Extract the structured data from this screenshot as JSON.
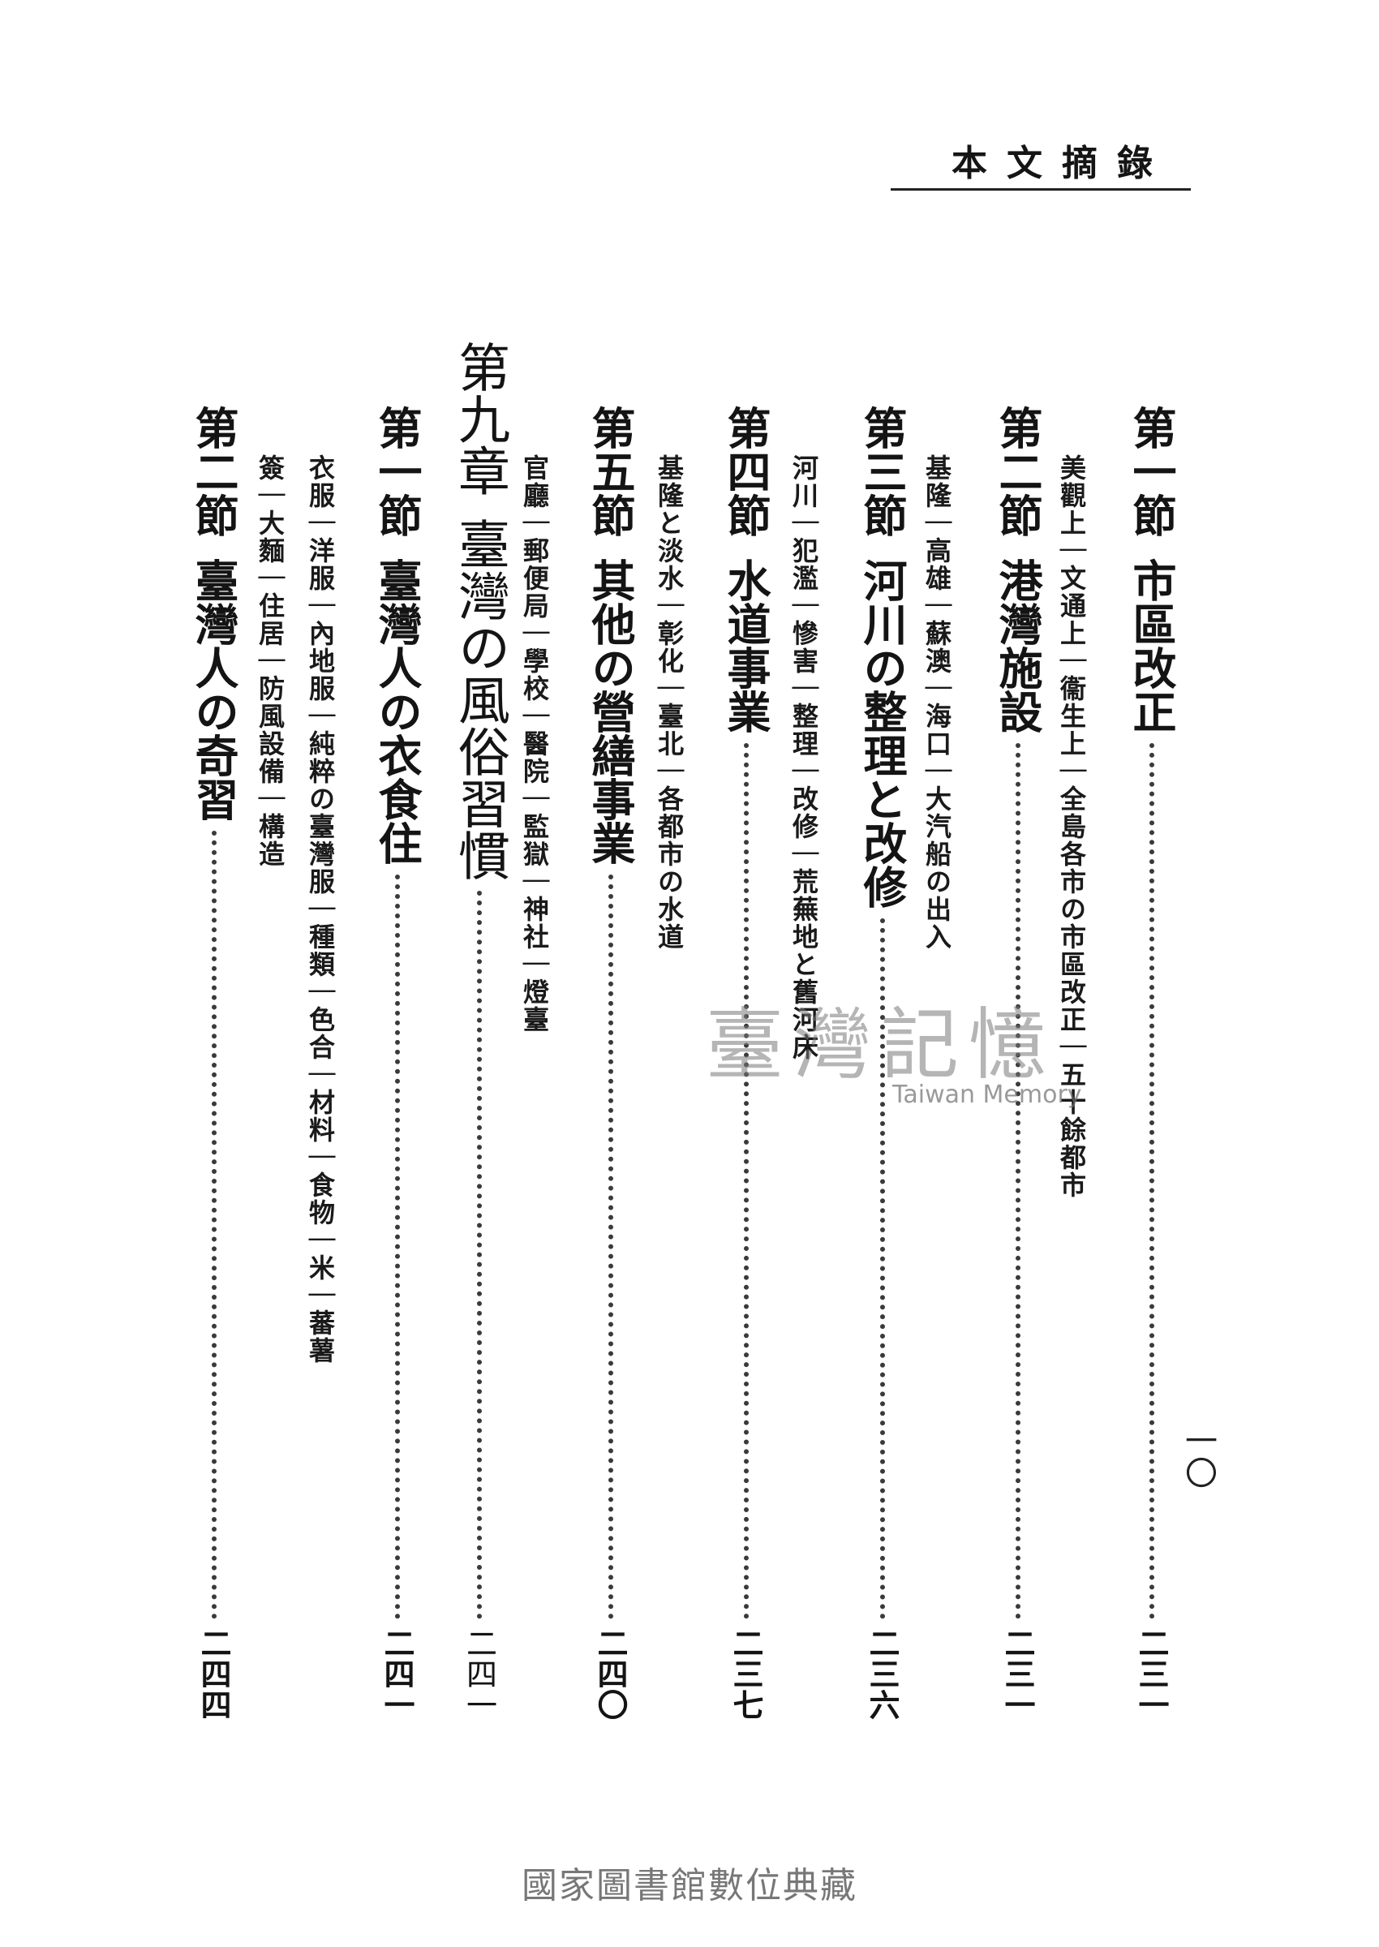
{
  "header": {
    "running_title": "本文摘錄"
  },
  "folio": "一〇",
  "toc": [
    {
      "label": "第一節",
      "title": "市區改正",
      "page": "二三一",
      "sub": "美觀上｜文通上｜衞生上｜全島各市の市區改正｜五十餘都市"
    },
    {
      "label": "第二節",
      "title": "港灣施設",
      "page": "二三一",
      "sub": "基隆｜高雄｜蘇澳｜海口｜大汽船の出入"
    },
    {
      "label": "第三節",
      "title": "河川の整理と改修",
      "page": "二三六",
      "sub": "河川｜犯濫｜慘害｜整理｜改修｜荒蕪地と舊河床"
    },
    {
      "label": "第四節",
      "title": "水道事業",
      "page": "二三七",
      "sub": "基隆と淡水｜彰化｜臺北｜各都市の水道"
    },
    {
      "label": "第五節",
      "title": "其他の營繕事業",
      "page": "二四〇",
      "sub": "官廳｜郵便局｜學校｜醫院｜監獄｜神社｜燈臺"
    },
    {
      "label": "第九章",
      "title": "臺灣の風俗習慣",
      "page": "二四一"
    },
    {
      "label": "第一節",
      "title": "臺灣人の衣食住",
      "page": "二四一",
      "sub": "衣服｜洋服｜內地服｜純粹の臺灣服｜種類｜色合｜材料｜食物｜米｜蕃薯",
      "sub2": "簽｜大麵｜住居｜防風設備｜構造"
    },
    {
      "label": "第二節",
      "title": "臺灣人の奇習",
      "page": "二四四"
    }
  ],
  "watermark": {
    "logo_text": "臺灣記憶",
    "caption": "Taiwan Memory"
  },
  "footer": {
    "source": "國家圖書館數位典藏"
  }
}
